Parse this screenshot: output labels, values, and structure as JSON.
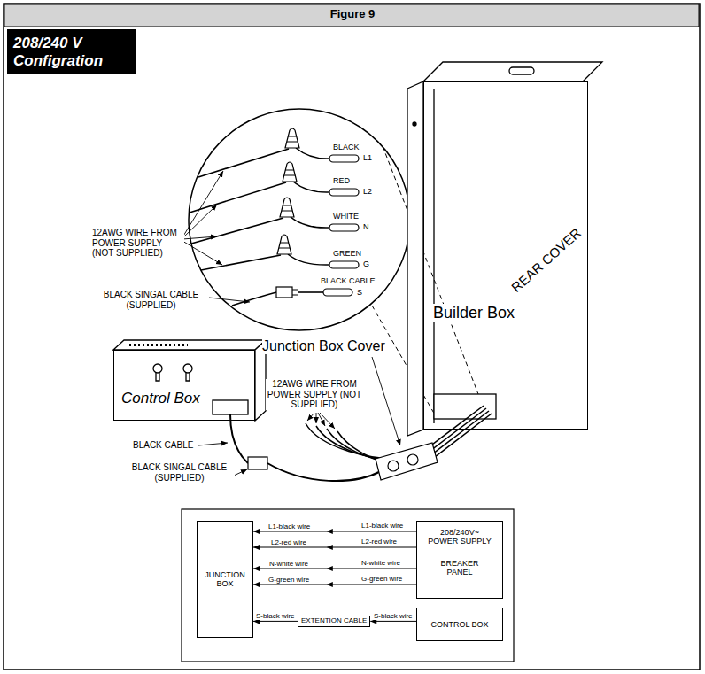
{
  "diagram": {
    "title": "Figure 9",
    "nodes": [
      {
        "text": [
          "REAR COVER",
          "Builder Box"
        ]
      },
      {
        "text": [
          "Control Box"
        ]
      },
      {
        "text": [
          "JUNCTION BOX"
        ]
      },
      {
        "text": [
          "208/240V~ POWER SUPPLY",
          "BREAKER PANEL"
        ]
      },
      {
        "text": [
          "EXTENTION CABLE"
        ]
      },
      {
        "text": [
          "CONTROL BOX"
        ]
      }
    ],
    "edges": [
      {
        "from": 3,
        "to": 2,
        "arrow": "to",
        "label": "L1-black wire"
      },
      {
        "from": 3,
        "to": 2,
        "arrow": "to",
        "label": "L2-red wire"
      },
      {
        "from": 3,
        "to": 2,
        "arrow": "to",
        "label": "N-white wire"
      },
      {
        "from": 3,
        "to": 2,
        "arrow": "to",
        "label": "G-green wire"
      },
      {
        "from": 5,
        "to": 4,
        "arrow": "to",
        "label": "S-black wire"
      },
      {
        "from": 4,
        "to": 2,
        "arrow": "to",
        "label": "S-black wire"
      }
    ],
    "labels": [
      "208/240 V Configration",
      "BLACK",
      "L1",
      "RED",
      "L2",
      "WHITE",
      "N",
      "GREEN",
      "G",
      "BLACK CABLE",
      "S",
      "12AWG WIRE FROM POWER SUPPLY (NOT SUPPLIED)",
      "BLACK SINGAL CABLE (SUPPLIED)",
      "Junction Box Cover",
      "12AWG WIRE FROM POWER SUPPLY (NOT SUPPLIED)",
      "BLACK CABLE",
      "BLACK SINGAL CABLE (SUPPLIED)",
      "L1-black wire",
      "L2-red wire",
      "N-white wire",
      "G-green wire"
    ]
  }
}
